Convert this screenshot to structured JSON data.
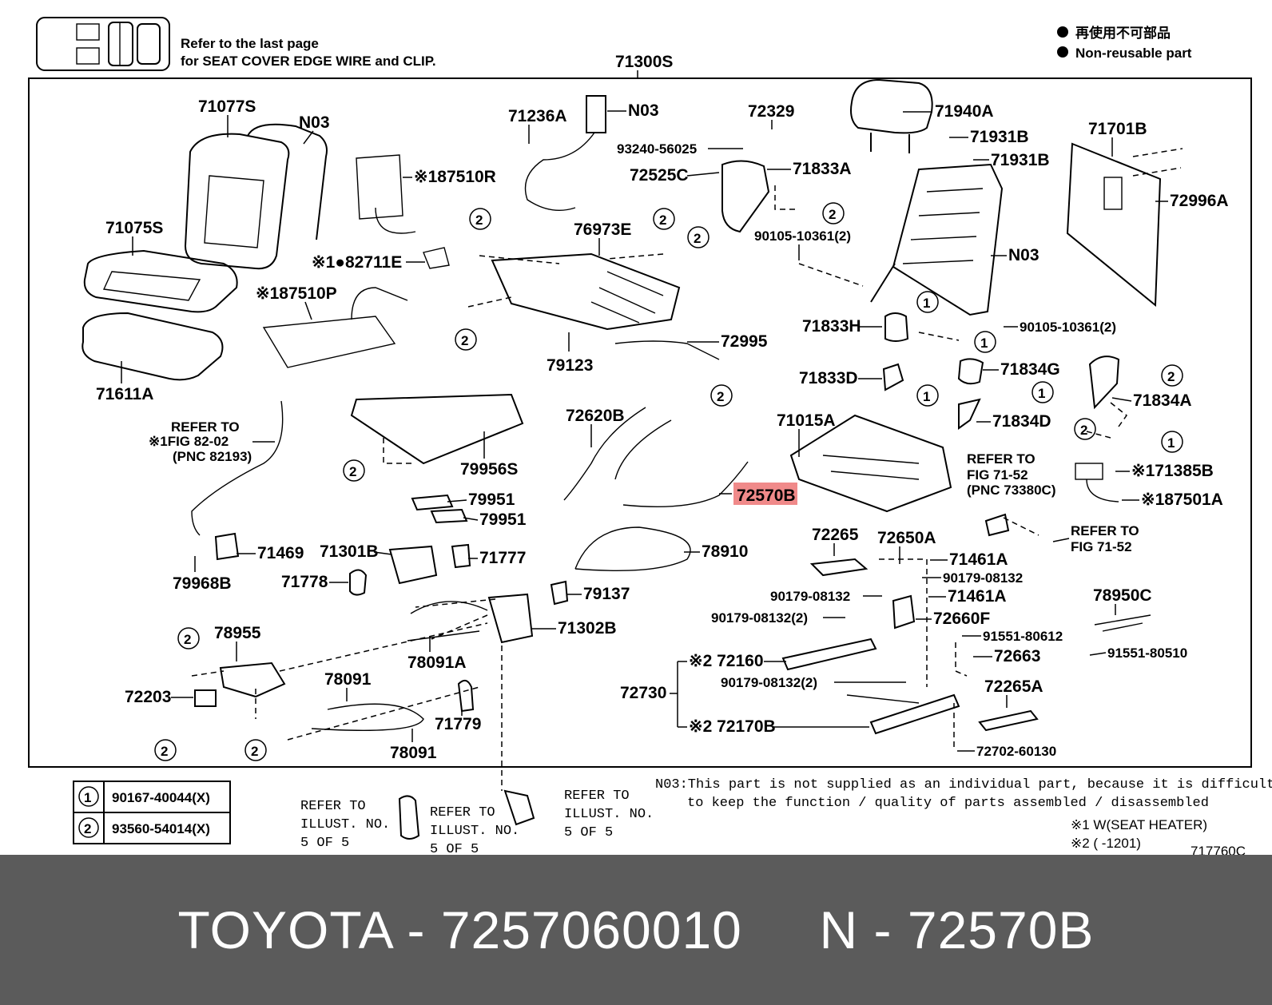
{
  "header": {
    "note_line1": "Refer to the last page",
    "note_line2": "for SEAT COVER EDGE WIRE and CLIP.",
    "assembly_label": "71300S",
    "legend_jp": "再使用不可部品",
    "legend_en": "Non-reusable part"
  },
  "parts": {
    "p71077S": "71077S",
    "pN03a": "N03",
    "p71236A": "71236A",
    "pN03b": "N03",
    "p72329": "72329",
    "p71940A": "71940A",
    "p71931Ba": "71931B",
    "p71931Bb": "71931B",
    "p71701B": "71701B",
    "p93240": "93240-56025",
    "p72525C": "72525C",
    "p71833A": "71833A",
    "p187510R": "※187510R",
    "p76973E": "76973E",
    "p90105a": "90105-10361(2)",
    "p72996A": "72996A",
    "p71075S": "71075S",
    "p82711E": "※1●82711E",
    "pN03c": "N03",
    "p187510P": "※187510P",
    "p71833H": "71833H",
    "p90105b": "90105-10361(2)",
    "p72995": "72995",
    "p79123": "79123",
    "p71833D": "71833D",
    "p71834G": "71834G",
    "p71611A": "71611A",
    "p71834A": "71834A",
    "p72620B": "72620B",
    "p71015A": "71015A",
    "p71834D": "71834D",
    "p79956S": "79956S",
    "p171385B": "※171385B",
    "p187501A": "※187501A",
    "p72570B": "72570B",
    "p79951a": "79951",
    "p79951b": "79951",
    "p71469": "71469",
    "p79968B": "79968B",
    "p71301B": "71301B",
    "p71777": "71777",
    "p71778": "71778",
    "p72265": "72265",
    "p72650A": "72650A",
    "p71461Aa": "71461A",
    "p90179a": "90179-08132",
    "p90179b": "90179-08132",
    "p71461Ab": "71461A",
    "p90179c": "90179-08132(2)",
    "p72660F": "72660F",
    "p78910": "78910",
    "p79137": "79137",
    "p71302B": "71302B",
    "p78950C": "78950C",
    "p91551a": "91551-80612",
    "p91551b": "91551-80510",
    "p72663": "72663",
    "p78955": "78955",
    "p78091Aa": "78091A",
    "p72203": "72203",
    "p78091b": "78091",
    "p71779": "71779",
    "p78091c": "78091",
    "p72160": "※2 72160",
    "p72730": "72730",
    "p90179d": "90179-08132(2)",
    "p72170B": "※2 72170B",
    "p72265A": "72265A",
    "p72702": "72702-60130"
  },
  "refs": {
    "fig82_l1": "REFER TO",
    "fig82_l2": "※1FIG 82-02",
    "fig82_l3": "(PNC 82193)",
    "fig71a_l1": "REFER TO",
    "fig71a_l2": "FIG 71-52",
    "fig71a_l3": "(PNC 73380C)",
    "fig71b_l1": "REFER TO",
    "fig71b_l2": "FIG 71-52",
    "ill_a_l1": "REFER TO",
    "ill_a_l2": "ILLUST. NO.",
    "ill_a_l3": "5 OF 5",
    "ill_b_l1": "REFER TO",
    "ill_b_l2": "ILLUST. NO.",
    "ill_b_l3": "5 OF 5",
    "ill_c_l1": "REFER TO",
    "ill_c_l2": "ILLUST. NO.",
    "ill_c_l3": "5 OF 5"
  },
  "callouts": {
    "one": "1",
    "two": "2"
  },
  "legend_table": [
    {
      "num": "1",
      "part": "90167-40044(X)"
    },
    {
      "num": "2",
      "part": "93560-54014(X)"
    }
  ],
  "notes": {
    "n03_line1": "N03:This part is not supplied as an individual part, because it is difficult",
    "n03_line2": "to keep the function / quality of parts assembled / disassembled",
    "note1": "※1 W(SEAT HEATER)",
    "note2": "※2 (     -1201)",
    "figure_code": "717760C"
  },
  "highlight": {
    "part": "72570B",
    "color": "#f08a8a"
  },
  "banner": {
    "text": "TOYOTA - 7257060010     N - 72570B",
    "background": "#5b5b5b",
    "color": "#ffffff"
  }
}
